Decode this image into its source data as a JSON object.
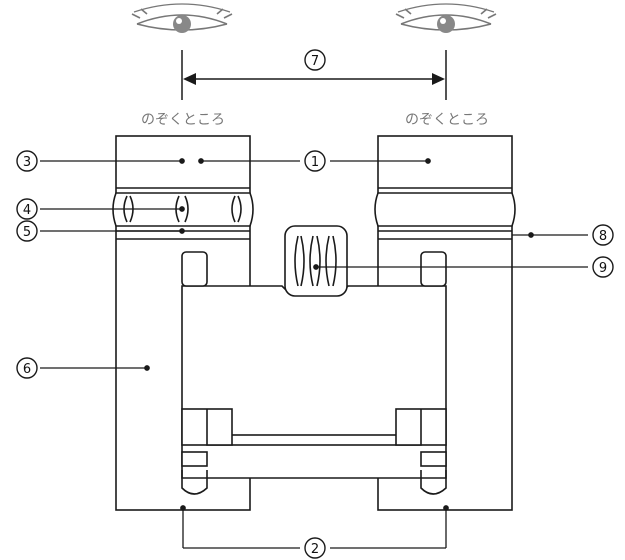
{
  "eyepiece_caption_left": "のぞくところ",
  "eyepiece_caption_right": "のぞくところ",
  "callouts": {
    "c1": "1",
    "c2": "2",
    "c3": "3",
    "c4": "4",
    "c5": "5",
    "c6": "6",
    "c7": "7",
    "c8": "8",
    "c9": "9"
  },
  "colors": {
    "line": "#1a1a1a",
    "caption": "#777777",
    "eye_iris": "#888888"
  },
  "icons": {
    "eye_left": "eye-icon",
    "eye_right": "eye-icon"
  }
}
